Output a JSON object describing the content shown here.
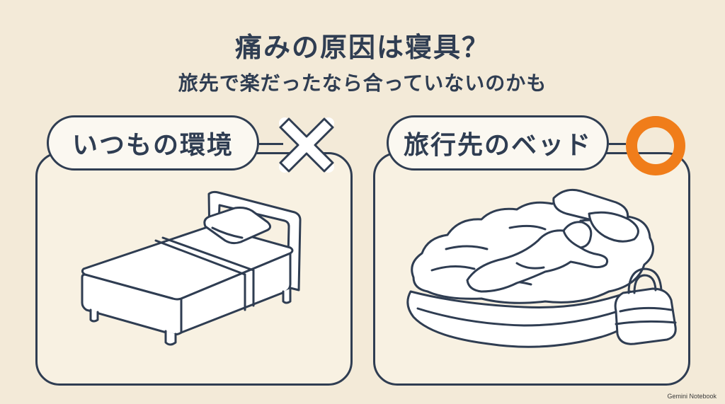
{
  "title": "痛みの原因は寝具？",
  "subtitle": "旅先で楽だったなら合っていないのかも",
  "left_panel": {
    "label": "いつもの環境",
    "mark_icon": "cross-icon",
    "illustration": "bed-icon"
  },
  "right_panel": {
    "label": "旅行先のベッド",
    "mark_icon": "circle-icon",
    "illustration": "futon-sleeper-icon"
  },
  "watermark": "Gemini Notebook",
  "colors": {
    "background": "#f3ead8",
    "ink": "#2f3d52",
    "accent_orange": "#f07d1a"
  }
}
